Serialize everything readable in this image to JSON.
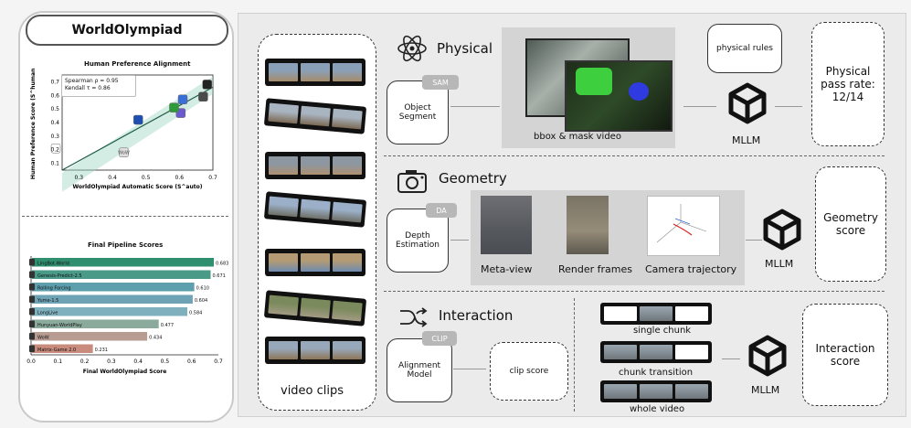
{
  "header": {
    "title": "WorldOlympiad"
  },
  "scatter": {
    "title": "Human Preference Alignment",
    "stat1": "Spearman ρ = 0.95",
    "stat2": "Kendall τ = 0.86",
    "wow_label": "WoW"
  },
  "chart_data": [
    {
      "type": "scatter",
      "title": "Human Preference Alignment",
      "xlabel": "WorldOlympiad Automatic Score (S^auto)",
      "ylabel": "Human Preference Score (S^human)",
      "xlim": [
        0.25,
        0.7
      ],
      "ylim": [
        0.05,
        0.75
      ],
      "x_ticks": [
        "0.3",
        "0.4",
        "0.5",
        "0.6",
        "0.7"
      ],
      "y_ticks": [
        "0.1",
        "0.2",
        "0.3",
        "0.4",
        "0.5",
        "0.6",
        "0.7"
      ],
      "points": [
        {
          "x": 0.683,
          "y": 0.68
        },
        {
          "x": 0.671,
          "y": 0.59
        },
        {
          "x": 0.61,
          "y": 0.57
        },
        {
          "x": 0.604,
          "y": 0.47
        },
        {
          "x": 0.584,
          "y": 0.51
        },
        {
          "x": 0.477,
          "y": 0.42
        },
        {
          "x": 0.434,
          "y": 0.18
        },
        {
          "x": 0.231,
          "y": 0.21
        }
      ],
      "point_colors": [
        "#222222",
        "#4a4a4a",
        "#3a6fd8",
        "#6a5acd",
        "#2e9a3a",
        "#1e4fb0",
        "#dddddd",
        "#ffffff"
      ],
      "fit_line": [
        [
          0.25,
          0.05
        ],
        [
          0.7,
          0.66
        ]
      ],
      "grid": false
    },
    {
      "type": "bar",
      "orientation": "horizontal",
      "title": "Final Pipeline Scores",
      "xlabel": "Final WorldOlympiad Score",
      "xlim": [
        0,
        0.7
      ],
      "x_ticks": [
        "0.0",
        "0.1",
        "0.2",
        "0.3",
        "0.4",
        "0.5",
        "0.6",
        "0.7"
      ],
      "categories": [
        "LingBot-World",
        "Genesis-Predict-2.5",
        "Rolling Forcing",
        "Yume-1.5",
        "LongLive",
        "Hunyuan-WorldPlay",
        "WoW",
        "Matrix-Game 2.0"
      ],
      "values": [
        0.683,
        0.671,
        0.61,
        0.604,
        0.584,
        0.477,
        0.434,
        0.231
      ],
      "value_labels": [
        "0.683",
        "0.671",
        "0.610",
        "0.604",
        "0.584",
        "0.477",
        "0.434",
        "0.231"
      ],
      "colors": [
        "#2f8f6f",
        "#4a9a88",
        "#5e9fae",
        "#6ea2b5",
        "#7fb0bd",
        "#8aaa9b",
        "#b89c92",
        "#c98b7d"
      ]
    }
  ],
  "pipeline": {
    "video_clips_label": "video clips",
    "physical": {
      "title": "Physical",
      "tag": "SAM",
      "module": "Object\nSegment",
      "caption": "bbox & mask video",
      "rules": "physical rules",
      "judge": "MLLM",
      "result": "Physical\npass rate:\n12/14"
    },
    "geometry": {
      "title": "Geometry",
      "tag": "DA",
      "module": "Depth\nEstimation",
      "captions": [
        "Meta-view",
        "Render frames",
        "Camera trajectory"
      ],
      "judge": "MLLM",
      "result": "Geometry\nscore"
    },
    "interaction": {
      "title": "Interaction",
      "tag": "CLIP",
      "module": "Alignment\nModel",
      "clip": "clip score",
      "strip_labels": [
        "single chunk",
        "chunk transition",
        "whole video"
      ],
      "judge": "MLLM",
      "result": "Interaction\nscore"
    }
  }
}
